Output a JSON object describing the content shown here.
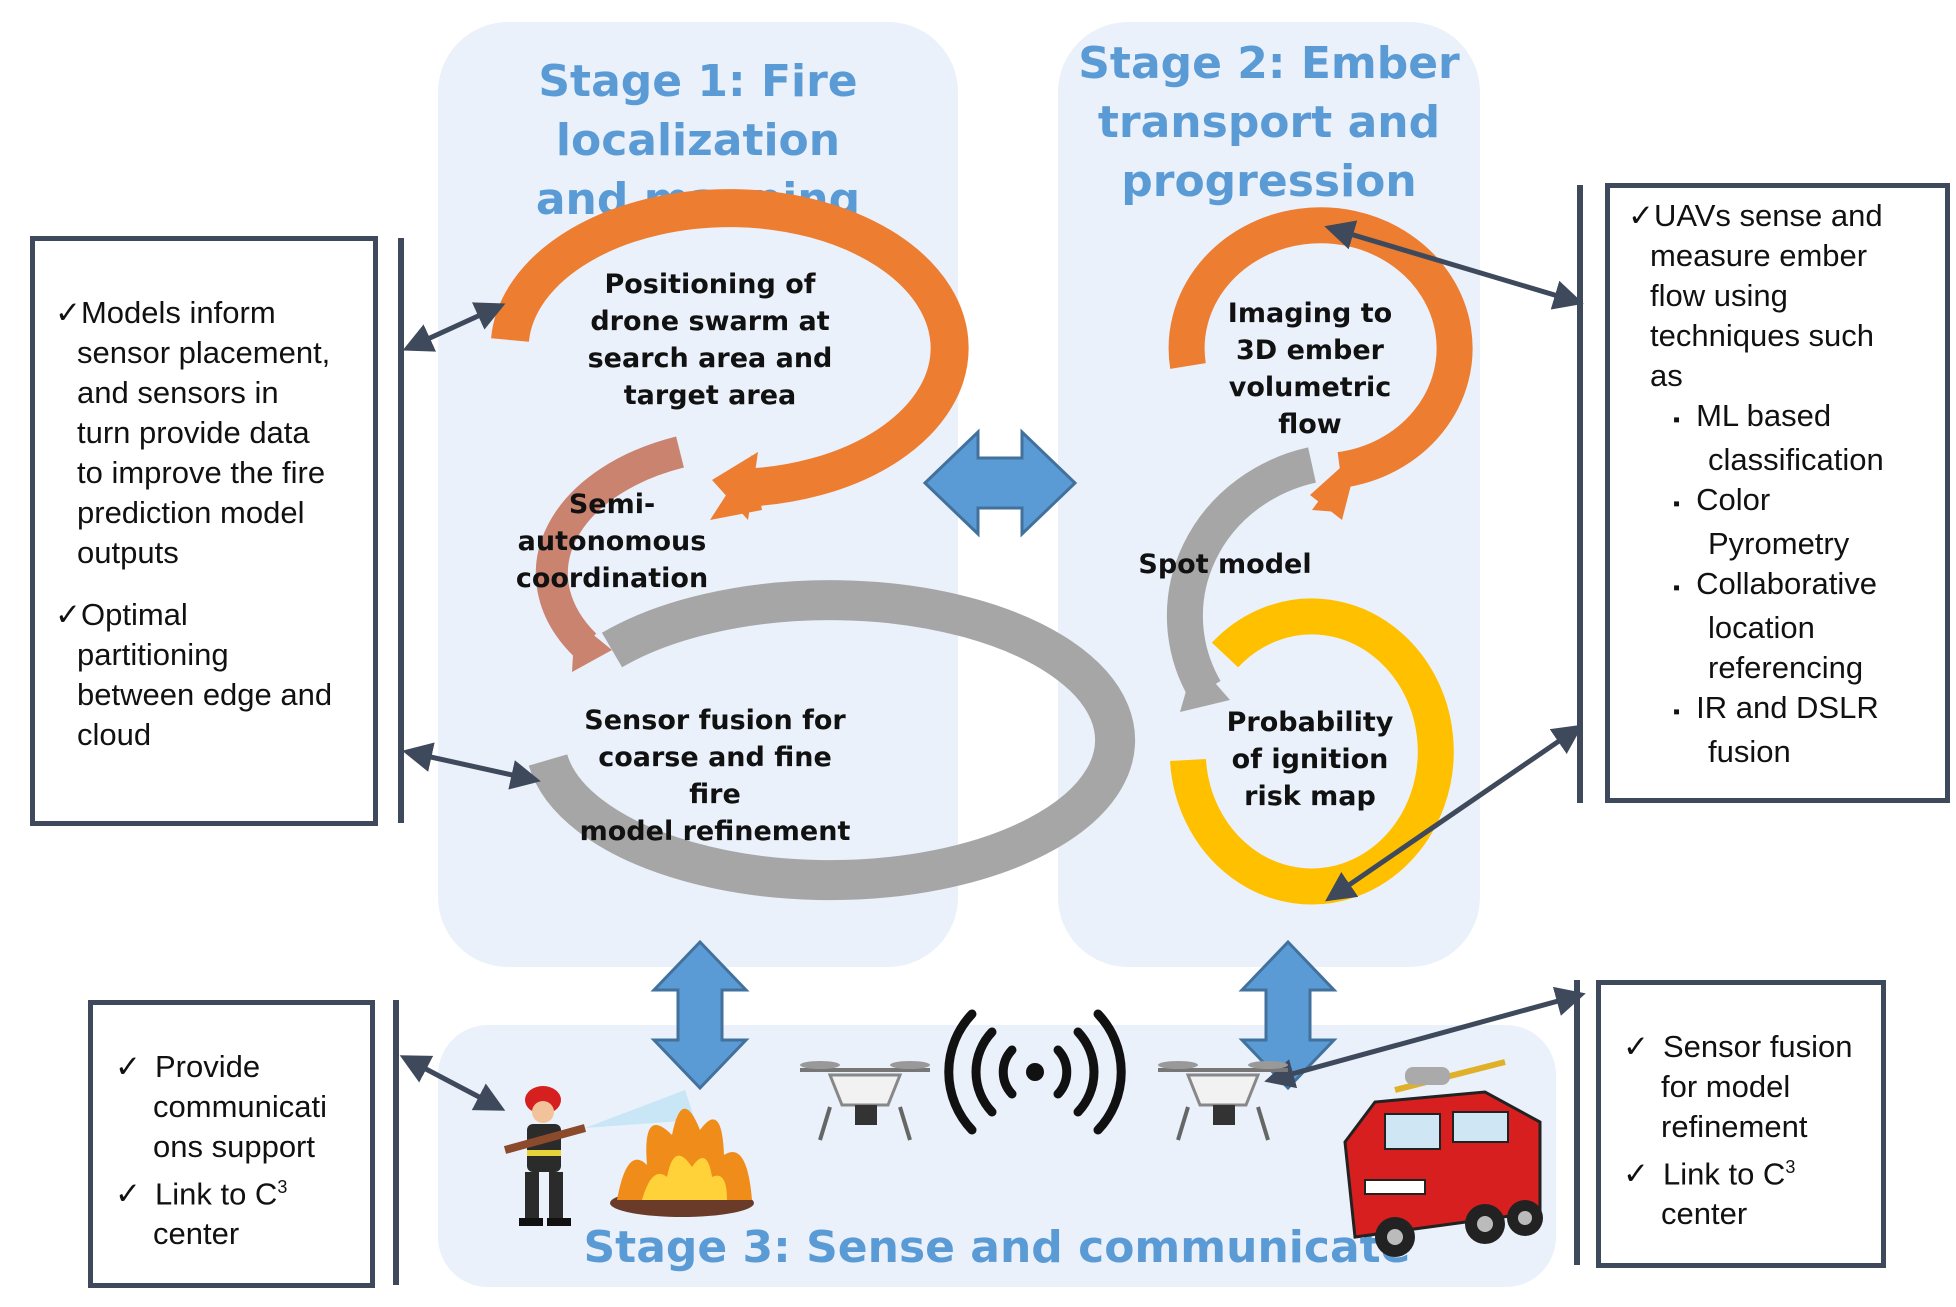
{
  "stage1": {
    "title": [
      "Stage 1: Fire localization",
      "and mapping"
    ],
    "labels": {
      "positioning": [
        "Positioning of",
        "drone swarm at",
        "search area and",
        "target area"
      ],
      "semi": [
        "Semi-",
        "autonomous",
        "coordination"
      ],
      "fusion": [
        "Sensor fusion for",
        "coarse and fine fire",
        "model refinement"
      ]
    }
  },
  "stage2": {
    "title": [
      "Stage 2: Ember",
      "transport and",
      "progression"
    ],
    "labels": {
      "imaging": [
        "Imaging to",
        "3D ember",
        "volumetric",
        "flow"
      ],
      "spot": [
        "Spot model"
      ],
      "probability": [
        "Probability",
        "of ignition",
        "risk map"
      ]
    }
  },
  "stage3": {
    "title": "Stage 3: Sense and communicate"
  },
  "left_box": {
    "items": [
      {
        "mark": "✓",
        "text": [
          "Models inform",
          "sensor placement,",
          "and sensors in",
          "turn provide data",
          "to improve the fire",
          "prediction model",
          "outputs"
        ]
      },
      {
        "mark": "✓",
        "text": [
          "Optimal",
          "partitioning",
          "between edge and",
          "cloud"
        ]
      }
    ]
  },
  "right_box": {
    "intro": [
      "UAVs sense and",
      "measure ember",
      "flow using",
      "techniques such",
      "as"
    ],
    "mark": "✓",
    "bullet": "▪",
    "bullets": [
      [
        "ML based",
        "classification"
      ],
      [
        "Color",
        "Pyrometry"
      ],
      [
        "Collaborative",
        "location",
        "referencing"
      ],
      [
        "IR and DSLR",
        "fusion"
      ]
    ]
  },
  "bottom_left_box": {
    "items": [
      {
        "mark": "✓",
        "text": [
          "Provide",
          "communicati",
          "ons support"
        ]
      },
      {
        "mark": "✓",
        "text": [
          "Link to C",
          "center"
        ],
        "sup": "3"
      }
    ]
  },
  "bottom_right_box": {
    "items": [
      {
        "mark": "✓",
        "text": [
          "Sensor fusion",
          "for model",
          "refinement"
        ]
      },
      {
        "mark": "✓",
        "text": [
          "Link to C",
          "center"
        ],
        "sup": "3"
      }
    ]
  },
  "colors": {
    "panel": "#eaf1fb",
    "title": "#5b9bd5",
    "orange": "#ed7d31",
    "rose": "#c9836f",
    "gray": "#a6a6a6",
    "yellow": "#ffc000",
    "blue_arrow": "#5b9bd5",
    "connector": "#3e4a5c"
  },
  "icons": [
    "firefighter-icon",
    "fire-icon",
    "drone-icon",
    "wireless-signal-icon",
    "fire-truck-icon"
  ]
}
